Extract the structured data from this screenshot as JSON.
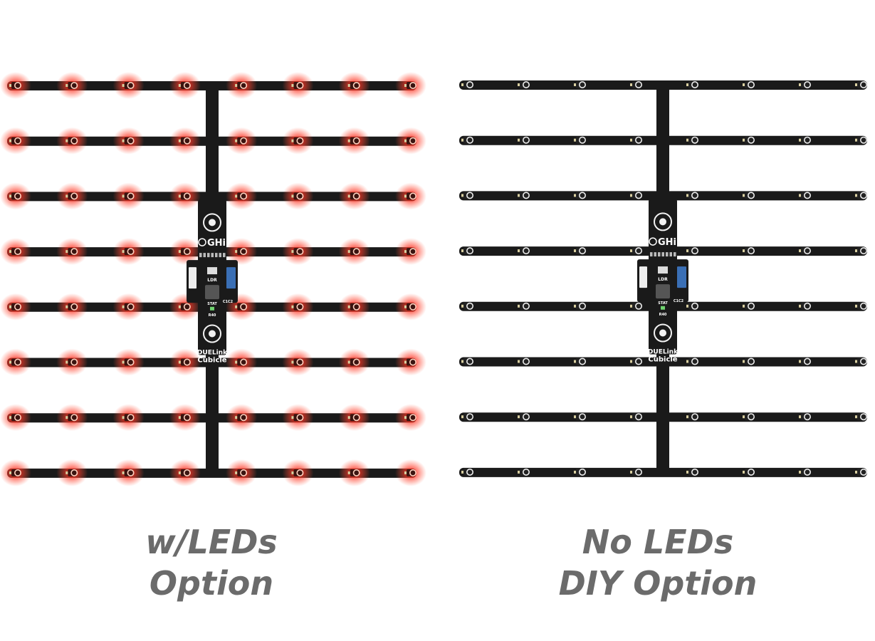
{
  "panels": [
    {
      "id": "with-leds",
      "lit": true,
      "caption": [
        "w/LEDs",
        "Option"
      ]
    },
    {
      "id": "no-leds",
      "lit": false,
      "caption": [
        "No LEDs",
        "DIY Option"
      ]
    }
  ],
  "board": {
    "logo": "GHi",
    "brand": "DUELink",
    "name": "Cubicle",
    "labels": {
      "ldr": "LDR",
      "stat": "STAT",
      "r40": "R40",
      "c1c2": "C1C2"
    },
    "rows": 8,
    "leds_per_row": 8
  },
  "colors": {
    "pcb": "#1a1a1a",
    "led_glow": "#ff2a1a",
    "pad": "#d9cfa0",
    "caption": "#6b6b6b"
  }
}
